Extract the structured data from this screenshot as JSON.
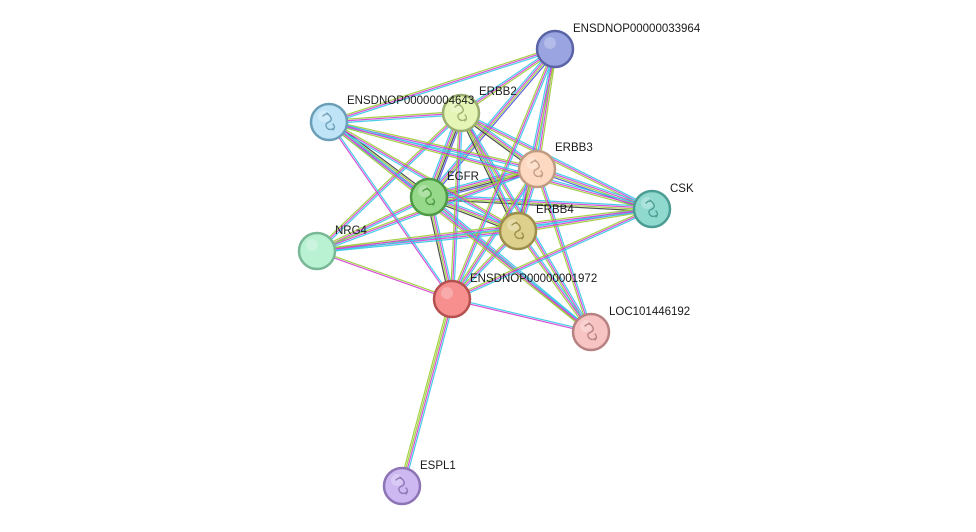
{
  "network": {
    "nodes": [
      {
        "id": "ENSDNOP00000033964",
        "label": "ENSDNOP00000033964",
        "color": "#9aa4e0",
        "stroke": "#5a63a6",
        "icon": "none"
      },
      {
        "id": "ERBB2",
        "label": "ERBB2",
        "color": "#e5f5b5",
        "stroke": "#9aae70",
        "icon": "protein-structure-icon"
      },
      {
        "id": "ENSDNOP00000004643",
        "label": "ENSDNOP00000004643",
        "color": "#bfe4f7",
        "stroke": "#6b9fb8",
        "icon": "protein-structure-icon"
      },
      {
        "id": "ERBB3",
        "label": "ERBB3",
        "color": "#fcd9c0",
        "stroke": "#c09b82",
        "icon": "protein-structure-icon"
      },
      {
        "id": "CSK",
        "label": "CSK",
        "color": "#8fd9cf",
        "stroke": "#4b9c92",
        "icon": "protein-structure-icon"
      },
      {
        "id": "EGFR",
        "label": "EGFR",
        "color": "#96d98a",
        "stroke": "#4e9a44",
        "icon": "protein-structure-icon"
      },
      {
        "id": "ERBB4",
        "label": "ERBB4",
        "color": "#ddd08c",
        "stroke": "#9c8e4a",
        "icon": "protein-structure-icon"
      },
      {
        "id": "NRG4",
        "label": "NRG4",
        "color": "#b9f1d3",
        "stroke": "#78b897",
        "icon": "none"
      },
      {
        "id": "ENSDNOP00000001972",
        "label": "ENSDNOP00000001972",
        "color": "#f78f8f",
        "stroke": "#b55050",
        "icon": "none"
      },
      {
        "id": "LOC101446192",
        "label": "LOC101446192",
        "color": "#f7c3c3",
        "stroke": "#b88181",
        "icon": "protein-structure-icon"
      },
      {
        "id": "ESPL1",
        "label": "ESPL1",
        "color": "#cdb8f2",
        "stroke": "#8c74b5",
        "icon": "protein-structure-icon"
      }
    ],
    "edges": [
      {
        "source": "EGFR",
        "target": "ERBB2",
        "colors": [
          "#32c8e8",
          "#d43cd4",
          "#9acd32",
          "#3a3a3a",
          "#5050e0"
        ]
      },
      {
        "source": "EGFR",
        "target": "ERBB3",
        "colors": [
          "#32c8e8",
          "#d43cd4",
          "#9acd32",
          "#3a3a3a",
          "#5050e0"
        ]
      },
      {
        "source": "EGFR",
        "target": "ERBB4",
        "colors": [
          "#32c8e8",
          "#d43cd4",
          "#9acd32",
          "#3a3a3a"
        ]
      },
      {
        "source": "EGFR",
        "target": "ENSDNOP00000033964",
        "colors": [
          "#32c8e8",
          "#d43cd4",
          "#9acd32",
          "#5050e0"
        ]
      },
      {
        "source": "EGFR",
        "target": "ENSDNOP00000004643",
        "colors": [
          "#32c8e8",
          "#d43cd4",
          "#9acd32",
          "#3a3a3a"
        ]
      },
      {
        "source": "EGFR",
        "target": "CSK",
        "colors": [
          "#32c8e8",
          "#d43cd4",
          "#9acd32",
          "#3a3a3a"
        ]
      },
      {
        "source": "EGFR",
        "target": "NRG4",
        "colors": [
          "#32c8e8",
          "#d43cd4",
          "#9acd32"
        ]
      },
      {
        "source": "EGFR",
        "target": "ENSDNOP00000001972",
        "colors": [
          "#32c8e8",
          "#d43cd4",
          "#9acd32",
          "#3a3a3a"
        ]
      },
      {
        "source": "EGFR",
        "target": "LOC101446192",
        "colors": [
          "#32c8e8",
          "#d43cd4",
          "#9acd32"
        ]
      },
      {
        "source": "ERBB2",
        "target": "ERBB3",
        "colors": [
          "#32c8e8",
          "#d43cd4",
          "#9acd32",
          "#3a3a3a"
        ]
      },
      {
        "source": "ERBB2",
        "target": "ERBB4",
        "colors": [
          "#32c8e8",
          "#d43cd4",
          "#9acd32",
          "#3a3a3a"
        ]
      },
      {
        "source": "ERBB2",
        "target": "ENSDNOP00000033964",
        "colors": [
          "#32c8e8",
          "#d43cd4",
          "#9acd32"
        ]
      },
      {
        "source": "ERBB2",
        "target": "ENSDNOP00000004643",
        "colors": [
          "#32c8e8",
          "#d43cd4",
          "#9acd32"
        ]
      },
      {
        "source": "ERBB2",
        "target": "CSK",
        "colors": [
          "#32c8e8",
          "#d43cd4",
          "#9acd32"
        ]
      },
      {
        "source": "ERBB2",
        "target": "NRG4",
        "colors": [
          "#32c8e8",
          "#d43cd4",
          "#9acd32"
        ]
      },
      {
        "source": "ERBB2",
        "target": "ENSDNOP00000001972",
        "colors": [
          "#32c8e8",
          "#d43cd4",
          "#9acd32"
        ]
      },
      {
        "source": "ERBB2",
        "target": "LOC101446192",
        "colors": [
          "#32c8e8",
          "#d43cd4",
          "#9acd32"
        ]
      },
      {
        "source": "ERBB3",
        "target": "ERBB4",
        "colors": [
          "#32c8e8",
          "#d43cd4",
          "#9acd32",
          "#3a3a3a"
        ]
      },
      {
        "source": "ERBB3",
        "target": "ENSDNOP00000033964",
        "colors": [
          "#32c8e8",
          "#d43cd4",
          "#9acd32"
        ]
      },
      {
        "source": "ERBB3",
        "target": "ENSDNOP00000004643",
        "colors": [
          "#32c8e8",
          "#d43cd4",
          "#9acd32"
        ]
      },
      {
        "source": "ERBB3",
        "target": "CSK",
        "colors": [
          "#32c8e8",
          "#d43cd4",
          "#9acd32",
          "#5050e0"
        ]
      },
      {
        "source": "ERBB3",
        "target": "NRG4",
        "colors": [
          "#32c8e8",
          "#d43cd4",
          "#9acd32"
        ]
      },
      {
        "source": "ERBB3",
        "target": "ENSDNOP00000001972",
        "colors": [
          "#32c8e8",
          "#d43cd4",
          "#9acd32"
        ]
      },
      {
        "source": "ERBB3",
        "target": "LOC101446192",
        "colors": [
          "#32c8e8",
          "#d43cd4",
          "#9acd32"
        ]
      },
      {
        "source": "ERBB4",
        "target": "ENSDNOP00000033964",
        "colors": [
          "#32c8e8",
          "#d43cd4",
          "#9acd32"
        ]
      },
      {
        "source": "ERBB4",
        "target": "ENSDNOP00000004643",
        "colors": [
          "#32c8e8",
          "#d43cd4",
          "#9acd32"
        ]
      },
      {
        "source": "ERBB4",
        "target": "CSK",
        "colors": [
          "#32c8e8",
          "#d43cd4",
          "#9acd32"
        ]
      },
      {
        "source": "ERBB4",
        "target": "NRG4",
        "colors": [
          "#32c8e8",
          "#d43cd4",
          "#9acd32"
        ]
      },
      {
        "source": "ERBB4",
        "target": "ENSDNOP00000001972",
        "colors": [
          "#32c8e8",
          "#d43cd4",
          "#9acd32"
        ]
      },
      {
        "source": "ERBB4",
        "target": "LOC101446192",
        "colors": [
          "#32c8e8",
          "#d43cd4",
          "#9acd32"
        ]
      },
      {
        "source": "ENSDNOP00000033964",
        "target": "ENSDNOP00000004643",
        "colors": [
          "#32c8e8",
          "#d43cd4",
          "#9acd32"
        ]
      },
      {
        "source": "ENSDNOP00000033964",
        "target": "ENSDNOP00000001972",
        "colors": [
          "#32c8e8",
          "#d43cd4",
          "#9acd32"
        ]
      },
      {
        "source": "ENSDNOP00000004643",
        "target": "ENSDNOP00000001972",
        "colors": [
          "#32c8e8",
          "#d43cd4"
        ]
      },
      {
        "source": "ENSDNOP00000004643",
        "target": "CSK",
        "colors": [
          "#32c8e8",
          "#d43cd4",
          "#9acd32"
        ]
      },
      {
        "source": "ENSDNOP00000004643",
        "target": "LOC101446192",
        "colors": [
          "#32c8e8",
          "#d43cd4",
          "#9acd32"
        ]
      },
      {
        "source": "CSK",
        "target": "ENSDNOP00000001972",
        "colors": [
          "#32c8e8",
          "#d43cd4",
          "#9acd32"
        ]
      },
      {
        "source": "CSK",
        "target": "NRG4",
        "colors": [
          "#32c8e8",
          "#d43cd4",
          "#9acd32"
        ]
      },
      {
        "source": "NRG4",
        "target": "ENSDNOP00000001972",
        "colors": [
          "#9acd32",
          "#d43cd4"
        ]
      },
      {
        "source": "ENSDNOP00000001972",
        "target": "LOC101446192",
        "colors": [
          "#32c8e8",
          "#d43cd4"
        ]
      },
      {
        "source": "ENSDNOP00000001972",
        "target": "ESPL1",
        "colors": [
          "#32c8e8",
          "#d43cd4",
          "#9acd32",
          "#9acd32"
        ]
      }
    ]
  }
}
